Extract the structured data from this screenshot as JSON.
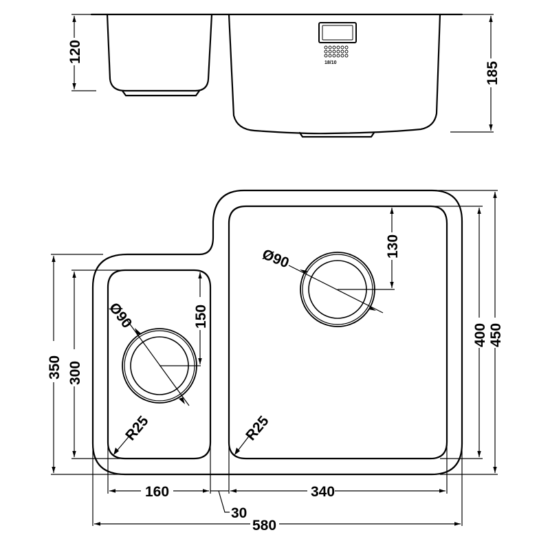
{
  "drawing": {
    "title": "Undermount 1.5 bowl kitchen sink – technical drawing",
    "stroke_color": "#000000",
    "background_color": "#ffffff",
    "units": "mm"
  },
  "side_view": {
    "small_bowl_depth": "120",
    "large_bowl_depth": "185",
    "grade_mark": "18/10"
  },
  "plan_view": {
    "overall_width": "580",
    "overall_depth_large": "450",
    "overall_depth_small": "350",
    "small_bowl_width": "160",
    "small_bowl_length": "300",
    "large_bowl_width": "340",
    "large_bowl_length": "400",
    "divider_width": "30",
    "small_drain_diameter": "Ø90",
    "large_drain_diameter": "Ø90",
    "small_drain_offset": "150",
    "large_drain_offset": "130",
    "small_corner_radius": "R25",
    "large_corner_radius": "R25"
  }
}
